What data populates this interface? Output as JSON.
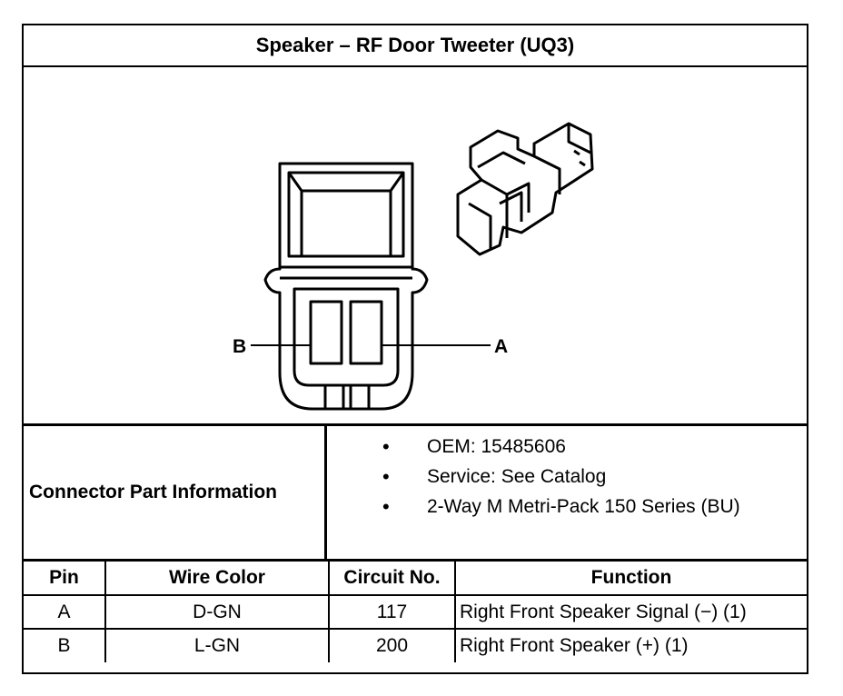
{
  "title": "Speaker – RF Door Tweeter (UQ3)",
  "diagram": {
    "label_left": "B",
    "label_right": "A"
  },
  "connector_info": {
    "label": "Connector Part Information",
    "items": [
      "OEM: 15485606",
      "Service: See Catalog",
      "2-Way M Metri-Pack 150 Series (BU)"
    ],
    "bullet": "•"
  },
  "table": {
    "headers": [
      "Pin",
      "Wire Color",
      "Circuit No.",
      "Function"
    ],
    "rows": [
      [
        "A",
        "D-GN",
        "117",
        "Right Front Speaker Signal (−) (1)"
      ],
      [
        "B",
        "L-GN",
        "200",
        "Right Front Speaker (+) (1)"
      ]
    ]
  }
}
